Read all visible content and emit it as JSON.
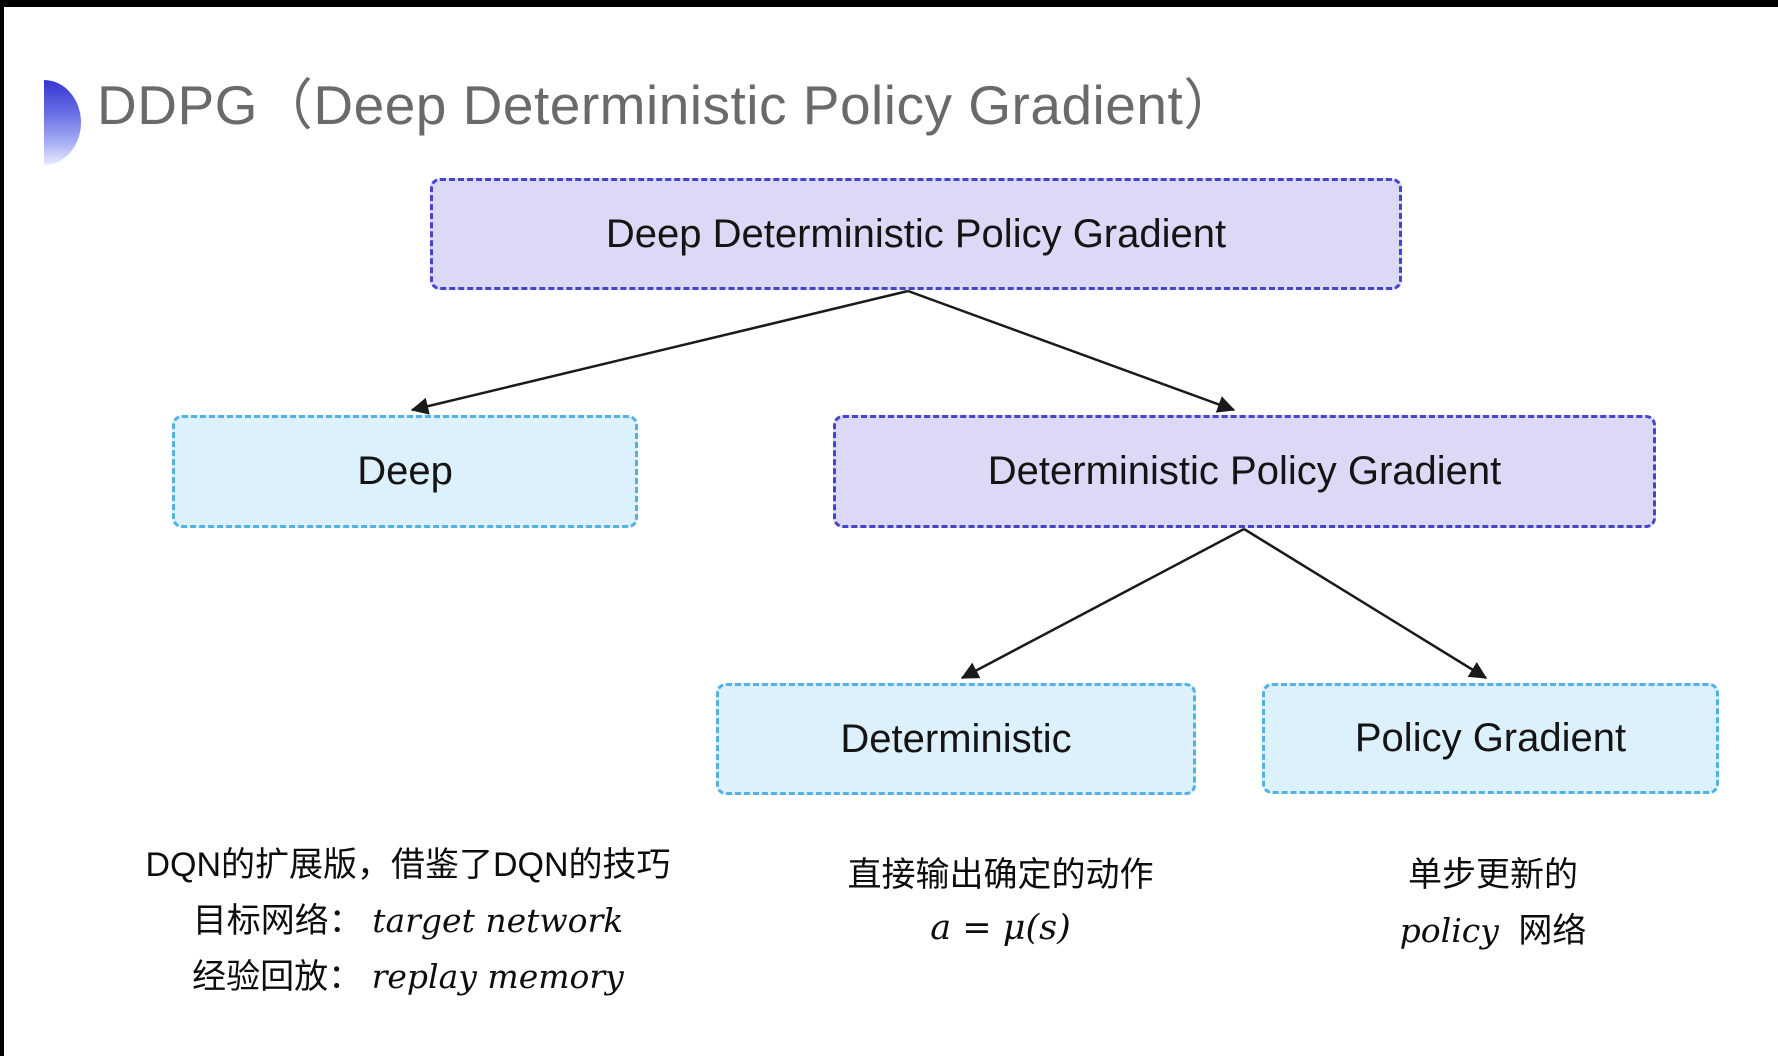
{
  "slide": {
    "title": "DDPG（Deep Deterministic Policy Gradient）"
  },
  "diagram": {
    "root": {
      "label": "Deep Deterministic Policy Gradient"
    },
    "deep": {
      "label": "Deep"
    },
    "dpg": {
      "label": "Deterministic Policy Gradient"
    },
    "deterministic": {
      "label": "Deterministic"
    },
    "policy_gradient": {
      "label": "Policy Gradient"
    }
  },
  "notes": {
    "dqn": {
      "line1": "DQN的扩展版，借鉴了DQN的技巧",
      "target_label": "目标网络：",
      "target_value": "target network",
      "replay_label": "经验回放：",
      "replay_value": "replay memory"
    },
    "deterministic": {
      "line1": "直接输出确定的动作",
      "formula": "a = μ(s)"
    },
    "policy_gradient": {
      "line1": "单步更新的",
      "word_italic": "policy",
      "word_rest": "网络"
    }
  },
  "colors": {
    "purple_fill": "#dcd9f6",
    "purple_border": "#4545cb",
    "cyan_fill": "#ddf1fc",
    "cyan_border": "#53b1e4",
    "title_gray": "#6a6a6a",
    "arrow_black": "#1a1a1a",
    "accent_top": "#3535d0",
    "accent_bottom": "#e9ebfd"
  }
}
